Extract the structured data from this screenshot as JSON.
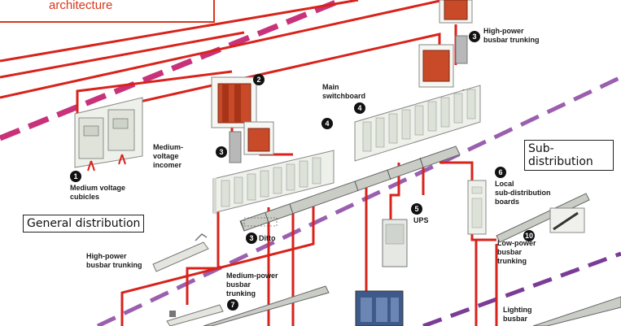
{
  "title": {
    "text": "architecture"
  },
  "zones": {
    "general": "General distribution",
    "sub_line1": "Sub-",
    "sub_line2": "distribution"
  },
  "items": {
    "n1": {
      "num": "1",
      "label": "Medium voltage\ncubicles"
    },
    "medium_voltage_incomer": {
      "label": "Medium-\nvoltage\nincomer"
    },
    "n2": {
      "num": "2"
    },
    "n3_top": {
      "num": "3",
      "label": "High-power\nbusbar trunking"
    },
    "n3_left": {
      "num": "3"
    },
    "n3_ditto": {
      "num": "3",
      "label": "Ditto"
    },
    "main_switchboard": {
      "num": "4",
      "label": "Main\nswitchboard"
    },
    "n4_left": {
      "num": "4"
    },
    "ups": {
      "num": "5",
      "label": "UPS"
    },
    "n6": {
      "num": "6",
      "label": "Local\nsub-distribution\nboards"
    },
    "n7": {
      "num": "7",
      "label": "Medium-power\nbusbar\ntrunking"
    },
    "high_power_left": {
      "label": "High-power\nbusbar trunking"
    },
    "n10": {
      "num": "10",
      "label": "Low-power\nbusbar\ntrunking"
    },
    "lighting": {
      "label": "Lighting\nbusbar"
    }
  },
  "colors": {
    "cable": "#d8231b",
    "dash_pink": "#c8327a",
    "dash_purple": "#7a3c96",
    "trafo": "#c84a28",
    "panel": "#eef0ea",
    "accent": "#d9381e"
  }
}
